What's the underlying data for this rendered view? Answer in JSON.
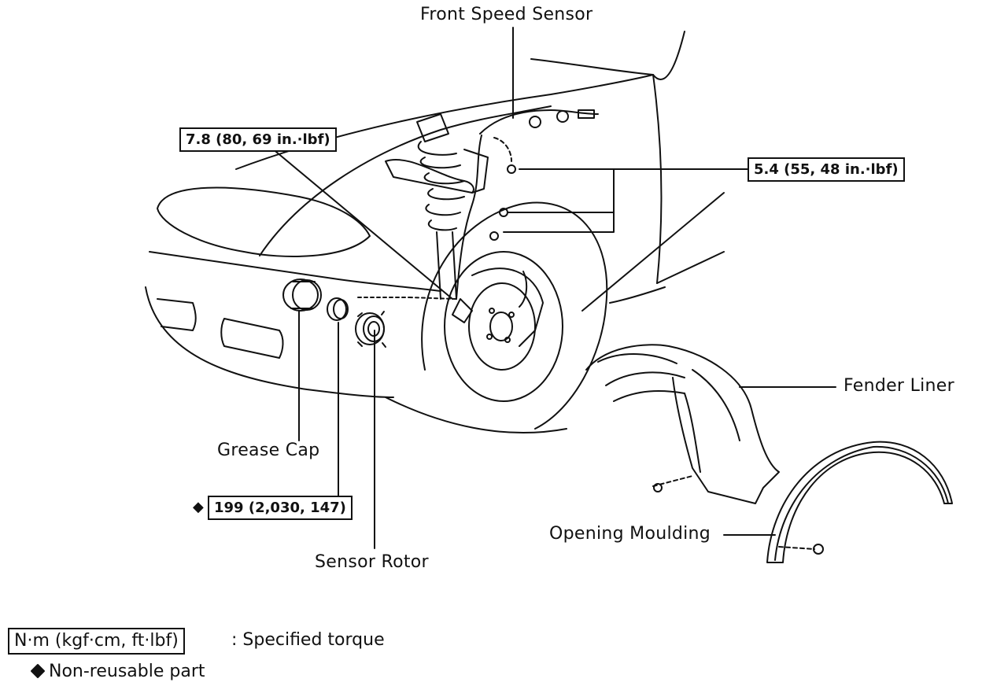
{
  "labels": {
    "front_speed_sensor": "Front Speed Sensor",
    "fender_liner": "Fender Liner",
    "opening_moulding": "Opening Moulding",
    "grease_cap": "Grease Cap",
    "sensor_rotor": "Sensor Rotor"
  },
  "torques": {
    "sensor_bolt": "7.8 (80, 69 in.·lbf)",
    "harness_bolts": "5.4 (55, 48 in.·lbf)",
    "hub_nut": "199 (2,030, 147)"
  },
  "legend": {
    "torque_unit": "N·m (kgf·cm, ft·lbf)",
    "torque_desc": ":  Specified torque",
    "nonreusable_symbol": "◆",
    "nonreusable_desc": "Non-reusable part"
  }
}
